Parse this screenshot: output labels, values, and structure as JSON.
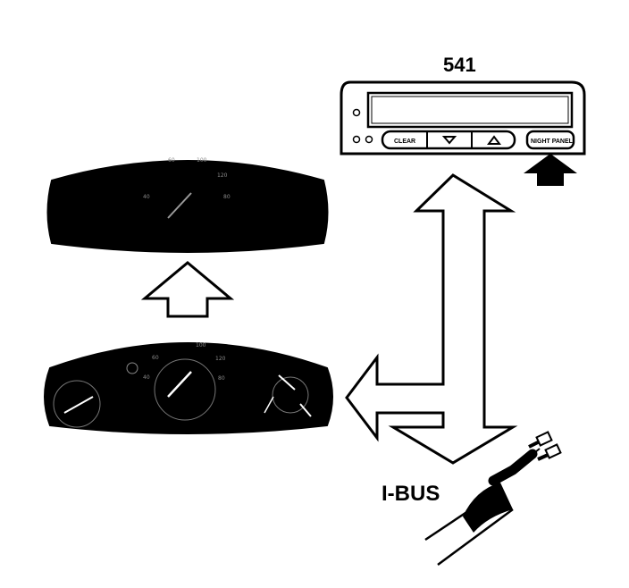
{
  "display_unit": {
    "model_label": "541",
    "buttons": {
      "clear": "CLEAR",
      "down_icon": "triangle-down",
      "up_icon": "triangle-up",
      "night_panel": "NIGHT PANEL"
    }
  },
  "bus": {
    "label": "I-BUS"
  },
  "gauges": {
    "dimmed_cluster": {
      "speed_marks": [
        "60",
        "100",
        "120",
        "80",
        "40"
      ]
    },
    "lit_cluster": {
      "speed_marks": [
        "60",
        "100",
        "120",
        "80",
        "40"
      ]
    }
  },
  "colors": {
    "ink": "#000000",
    "paper": "#ffffff"
  }
}
